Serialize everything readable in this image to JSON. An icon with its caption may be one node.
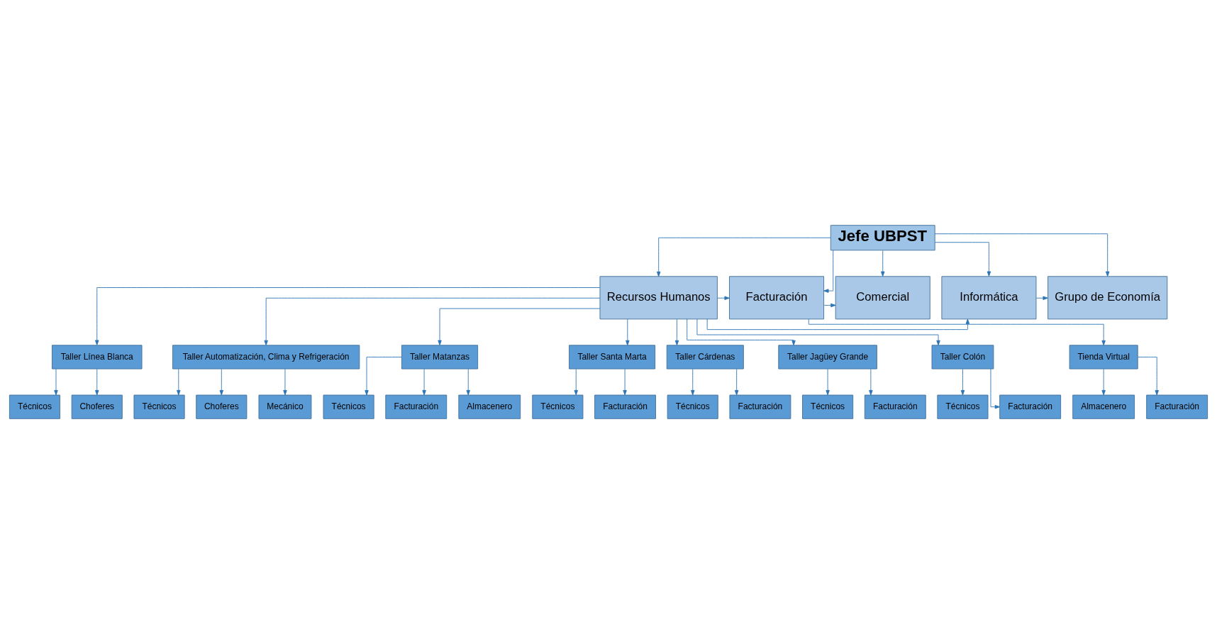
{
  "diagram": {
    "nodes": [
      {
        "text": [
          "Jefe UBPST"
        ]
      },
      {
        "text": [
          "Grupo de Economía"
        ]
      },
      {
        "text": [
          "Informática"
        ]
      },
      {
        "text": [
          "Recursos Humanos"
        ]
      },
      {
        "text": [
          "Facturación"
        ]
      },
      {
        "text": [
          "Comercial"
        ]
      },
      {
        "text": [
          "Taller Línea Blanca"
        ]
      },
      {
        "text": [
          "Taller Automatización, Clima y Refrigeración"
        ]
      },
      {
        "text": [
          "Taller Matanzas"
        ]
      },
      {
        "text": [
          "Taller Santa Marta"
        ]
      },
      {
        "text": [
          "Taller Cárdenas"
        ]
      },
      {
        "text": [
          "Taller Jagüey Grande"
        ]
      },
      {
        "text": [
          "Técnicos"
        ]
      },
      {
        "text": [
          "Choferes"
        ]
      },
      {
        "text": [
          "Técnicos"
        ]
      },
      {
        "text": [
          "Choferes"
        ]
      },
      {
        "text": [
          "Técnicos"
        ]
      },
      {
        "text": [
          "Facturación"
        ]
      },
      {
        "text": [
          "Técnicos"
        ]
      },
      {
        "text": [
          "Facturación"
        ]
      },
      {
        "text": [
          "Técnicos"
        ]
      },
      {
        "text": [
          "Facturación"
        ]
      },
      {
        "text": [
          "Técnicos"
        ]
      },
      {
        "text": [
          "Facturación"
        ]
      },
      {
        "text": [
          "Mecánico"
        ]
      },
      {
        "text": [
          "Almacenero"
        ]
      },
      {
        "text": [
          "Taller Colón"
        ]
      },
      {
        "text": [
          "Tienda Virtual"
        ]
      },
      {
        "text": [
          "Técnicos"
        ]
      },
      {
        "text": [
          "Facturación"
        ]
      },
      {
        "text": [
          "Almacenero"
        ]
      },
      {
        "text": [
          "Facturación"
        ]
      }
    ],
    "edges": [
      {
        "from": 0,
        "to": 1,
        "arrow": "to"
      },
      {
        "from": 0,
        "to": 2,
        "arrow": "to"
      },
      {
        "from": 0,
        "to": 3,
        "arrow": "to"
      },
      {
        "from": 0,
        "to": 4,
        "arrow": "to"
      },
      {
        "from": 0,
        "to": 5,
        "arrow": "to"
      },
      {
        "from": 2,
        "to": 1,
        "arrow": "to"
      },
      {
        "from": 3,
        "to": 2,
        "arrow": "to"
      },
      {
        "from": 3,
        "to": 4,
        "arrow": "to"
      },
      {
        "from": 4,
        "to": 5,
        "arrow": "to"
      },
      {
        "from": 3,
        "to": 6,
        "arrow": "to"
      },
      {
        "from": 3,
        "to": 7,
        "arrow": "to"
      },
      {
        "from": 3,
        "to": 8,
        "arrow": "to"
      },
      {
        "from": 3,
        "to": 9,
        "arrow": "to"
      },
      {
        "from": 3,
        "to": 10,
        "arrow": "to"
      },
      {
        "from": 3,
        "to": 11,
        "arrow": "to"
      },
      {
        "from": 3,
        "to": 26,
        "arrow": "to"
      },
      {
        "from": 4,
        "to": 27,
        "arrow": "to"
      },
      {
        "from": 6,
        "to": 12,
        "arrow": "to"
      },
      {
        "from": 6,
        "to": 13,
        "arrow": "to"
      },
      {
        "from": 7,
        "to": 14,
        "arrow": "to"
      },
      {
        "from": 7,
        "to": 15,
        "arrow": "to"
      },
      {
        "from": 7,
        "to": 24,
        "arrow": "to"
      },
      {
        "from": 8,
        "to": 16,
        "arrow": "to"
      },
      {
        "from": 8,
        "to": 17,
        "arrow": "to"
      },
      {
        "from": 8,
        "to": 25,
        "arrow": "to"
      },
      {
        "from": 9,
        "to": 18,
        "arrow": "to"
      },
      {
        "from": 9,
        "to": 19,
        "arrow": "to"
      },
      {
        "from": 10,
        "to": 20,
        "arrow": "to"
      },
      {
        "from": 10,
        "to": 21,
        "arrow": "to"
      },
      {
        "from": 11,
        "to": 22,
        "arrow": "to"
      },
      {
        "from": 11,
        "to": 23,
        "arrow": "to"
      },
      {
        "from": 26,
        "to": 28,
        "arrow": "to"
      },
      {
        "from": 26,
        "to": 29,
        "arrow": "to"
      },
      {
        "from": 27,
        "to": 30,
        "arrow": "to"
      },
      {
        "from": 27,
        "to": 31,
        "arrow": "to"
      }
    ]
  }
}
